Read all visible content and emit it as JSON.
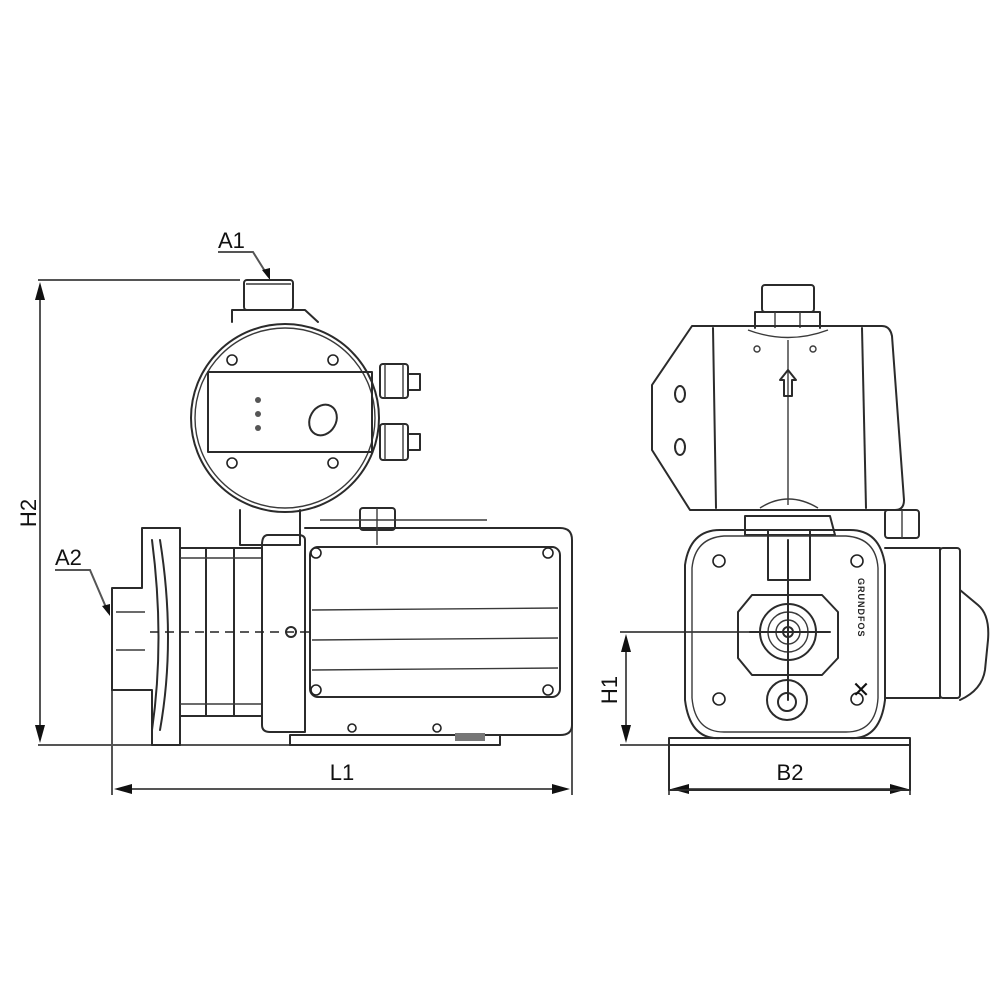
{
  "diagram": {
    "type": "technical-dimension-drawing",
    "subject": "horizontal booster pump with pressure controller",
    "views": [
      {
        "name": "side-view",
        "position": "left"
      },
      {
        "name": "front-view",
        "position": "right"
      }
    ],
    "labels": {
      "a1": "A1",
      "a2": "A2",
      "h1": "H1",
      "h2": "H2",
      "l1": "L1",
      "b2": "B2"
    },
    "brand_text": "GRUNDFOS",
    "colors": {
      "line": "#2b2b2b",
      "dimension": "#555555",
      "background": "#ffffff"
    }
  }
}
